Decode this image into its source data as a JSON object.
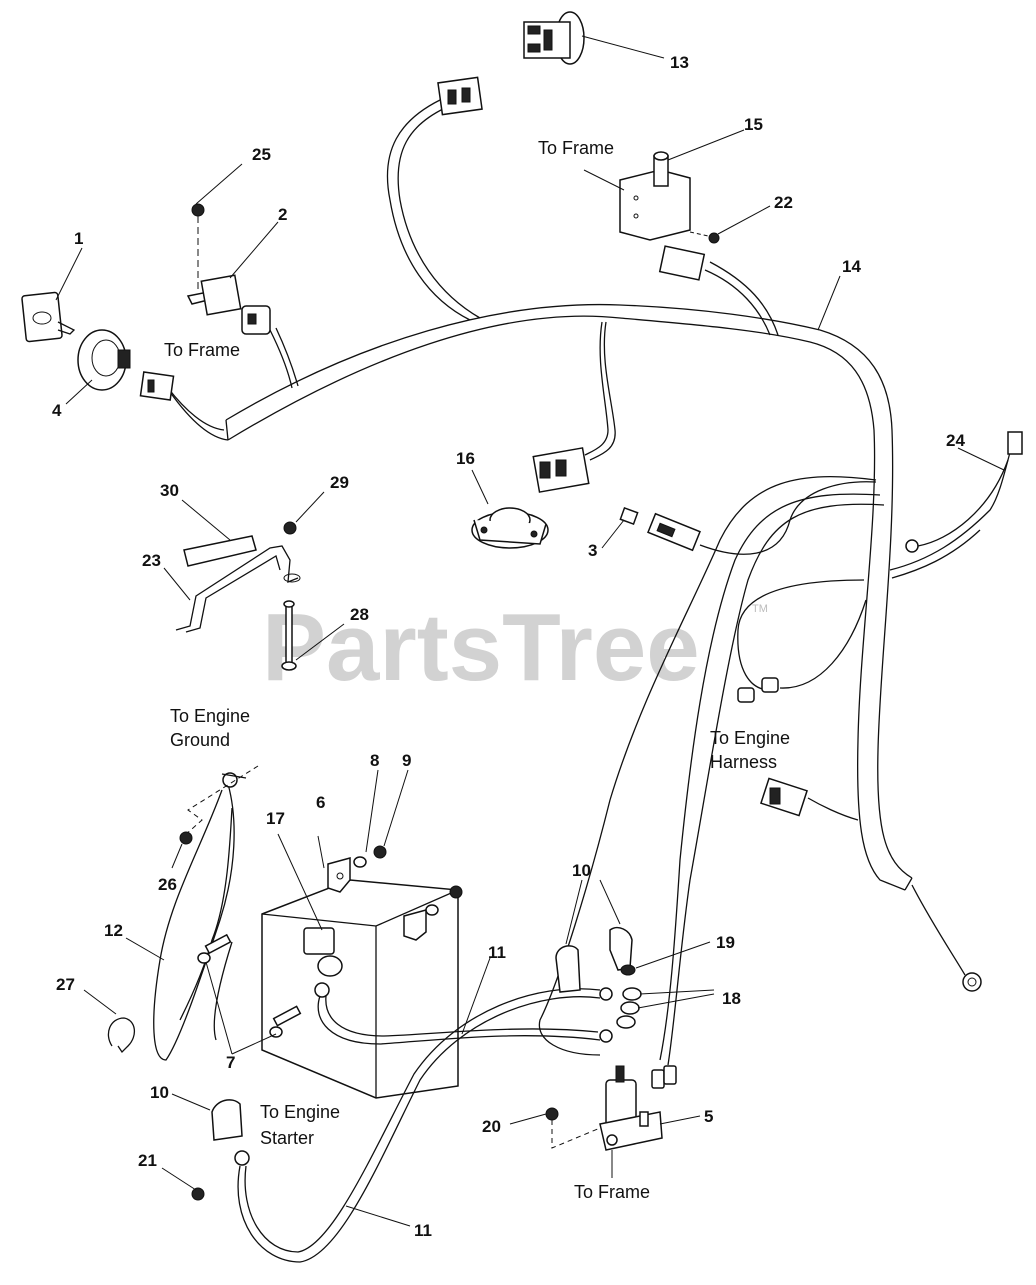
{
  "watermark": {
    "text": "PartsTree",
    "trademark": "TM",
    "color": "#d2d2d2"
  },
  "callouts": [
    {
      "id": "c1",
      "label": "1"
    },
    {
      "id": "c2",
      "label": "2"
    },
    {
      "id": "c3",
      "label": "3"
    },
    {
      "id": "c4",
      "label": "4"
    },
    {
      "id": "c5",
      "label": "5"
    },
    {
      "id": "c6",
      "label": "6"
    },
    {
      "id": "c7",
      "label": "7"
    },
    {
      "id": "c8",
      "label": "8"
    },
    {
      "id": "c9",
      "label": "9"
    },
    {
      "id": "c10a",
      "label": "10"
    },
    {
      "id": "c10b",
      "label": "10"
    },
    {
      "id": "c11a",
      "label": "11"
    },
    {
      "id": "c11b",
      "label": "11"
    },
    {
      "id": "c12",
      "label": "12"
    },
    {
      "id": "c13",
      "label": "13"
    },
    {
      "id": "c14",
      "label": "14"
    },
    {
      "id": "c15",
      "label": "15"
    },
    {
      "id": "c16",
      "label": "16"
    },
    {
      "id": "c17",
      "label": "17"
    },
    {
      "id": "c18",
      "label": "18"
    },
    {
      "id": "c19",
      "label": "19"
    },
    {
      "id": "c20",
      "label": "20"
    },
    {
      "id": "c21",
      "label": "21"
    },
    {
      "id": "c22",
      "label": "22"
    },
    {
      "id": "c23",
      "label": "23"
    },
    {
      "id": "c24",
      "label": "24"
    },
    {
      "id": "c25",
      "label": "25"
    },
    {
      "id": "c26",
      "label": "26"
    },
    {
      "id": "c27",
      "label": "27"
    },
    {
      "id": "c28",
      "label": "28"
    },
    {
      "id": "c29",
      "label": "29"
    },
    {
      "id": "c30",
      "label": "30"
    }
  ],
  "notes": {
    "to_frame_top": "To Frame",
    "to_frame_left": "To Frame",
    "to_frame_bottom": "To Frame",
    "engine_ground_1": "To Engine",
    "engine_ground_2": "Ground",
    "engine_harness_1": "To Engine",
    "engine_harness_2": "Harness",
    "engine_starter_1": "To Engine",
    "engine_starter_2": "Starter"
  }
}
